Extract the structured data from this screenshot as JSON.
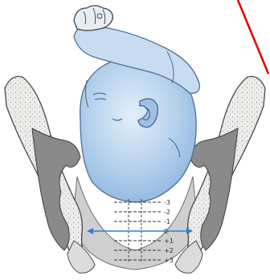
{
  "figure": {
    "stations": [
      {
        "label": "-3",
        "value": -3
      },
      {
        "label": "-2",
        "value": -2
      },
      {
        "label": "-1",
        "value": -1
      },
      {
        "label": "0",
        "value": 0
      },
      {
        "label": "+1",
        "value": 1
      },
      {
        "label": "+2",
        "value": 2
      },
      {
        "label": "+3",
        "value": 3
      }
    ],
    "colors": {
      "bone_fill": "#e9e9e6",
      "bone_edge": "#4a4a4a",
      "bone_dark": "#7d7d7d",
      "fetal_head": "#aac9e8",
      "fetal_head_light": "#d6e6f5",
      "arm": "#c7dcf1",
      "soft_tissue": "#cfcfcf",
      "pointer_line": "#e00000",
      "ischial_line": "#2f7fd0"
    }
  }
}
